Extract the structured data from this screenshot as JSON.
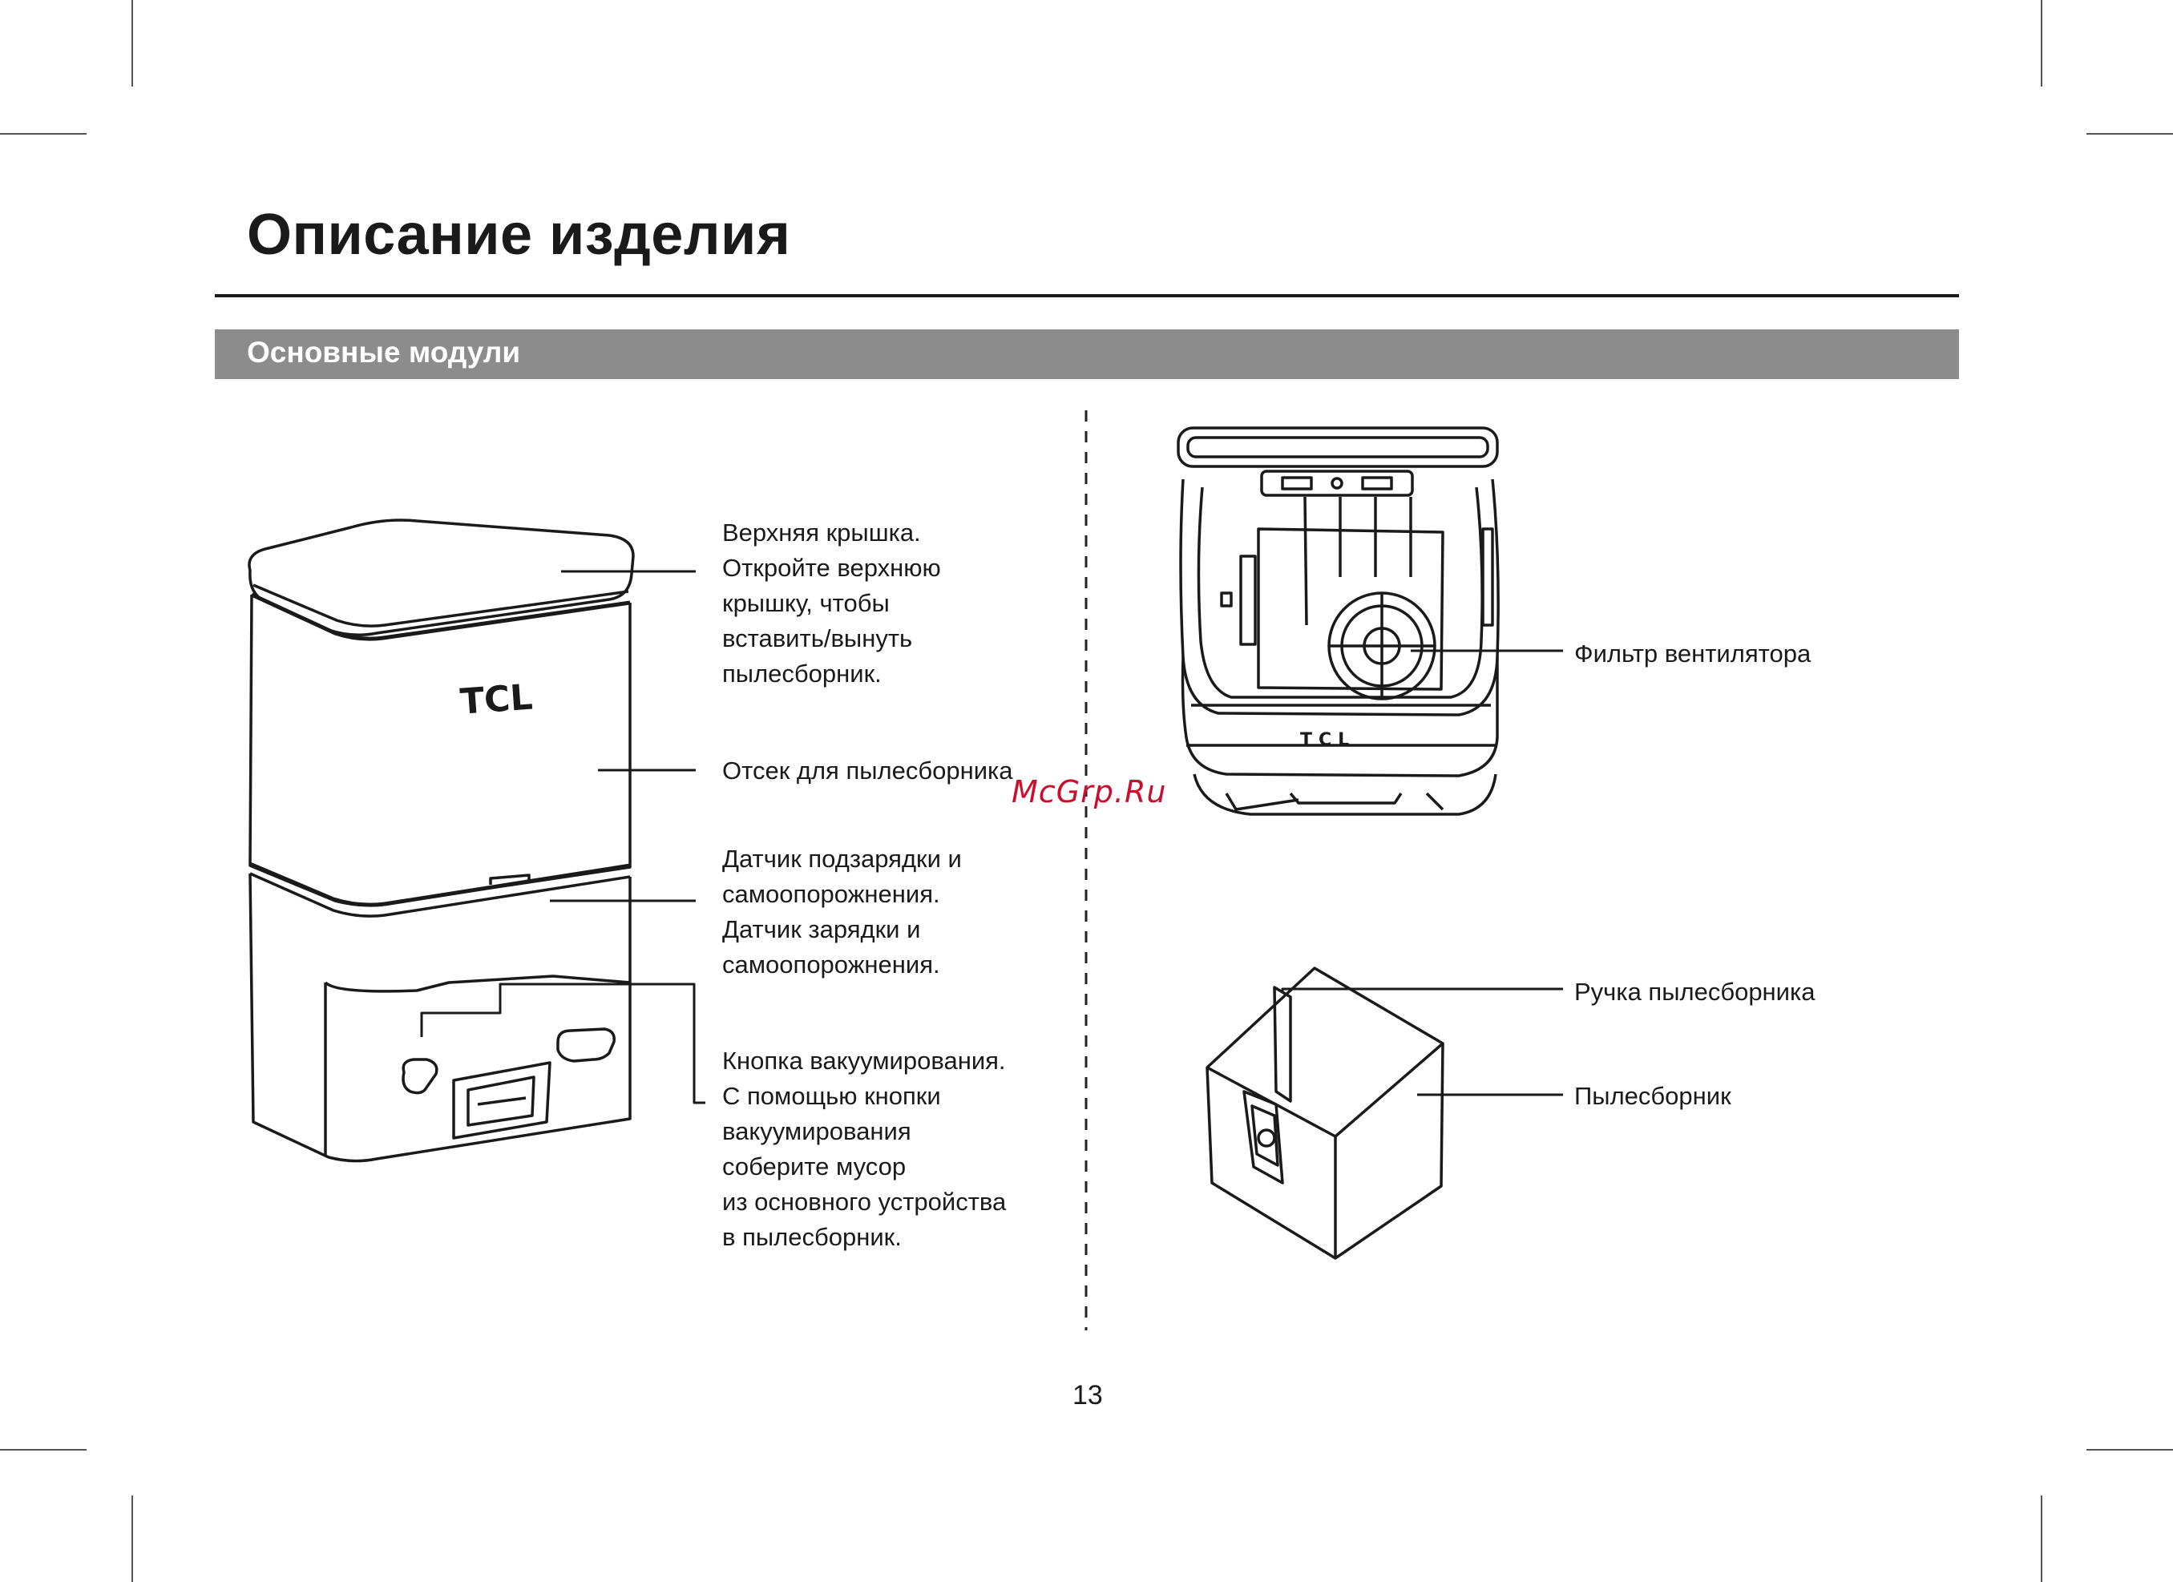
{
  "page": {
    "title": "Описание изделия",
    "section": "Основные модули",
    "page_number": "13",
    "watermark": "McGrp.Ru"
  },
  "station": {
    "logo_text": "TCL",
    "labels": {
      "top_cover": [
        "Верхняя крышка.",
        "Откройте верхнюю",
        "крышку, чтобы",
        "вставить/вынуть",
        "пылесборник."
      ],
      "bag_compartment": [
        "Отсек для пылесборника"
      ],
      "sensor": [
        "Датчик подзарядки и",
        "самоопорожнения.",
        "Датчик зарядки и",
        "самоопорожнения."
      ],
      "vacuum_button": [
        "Кнопка вакуумирования.",
        "С помощью кнопки",
        "вакуумирования",
        "соберите мусор",
        "из основного устройства",
        "в пылесборник."
      ]
    }
  },
  "open_station": {
    "logo_text": "TCL",
    "labels": {
      "fan_filter": "Фильтр вентилятора"
    }
  },
  "dust_bag": {
    "labels": {
      "handle": "Ручка пылесборника",
      "bag": "Пылесборник"
    }
  }
}
